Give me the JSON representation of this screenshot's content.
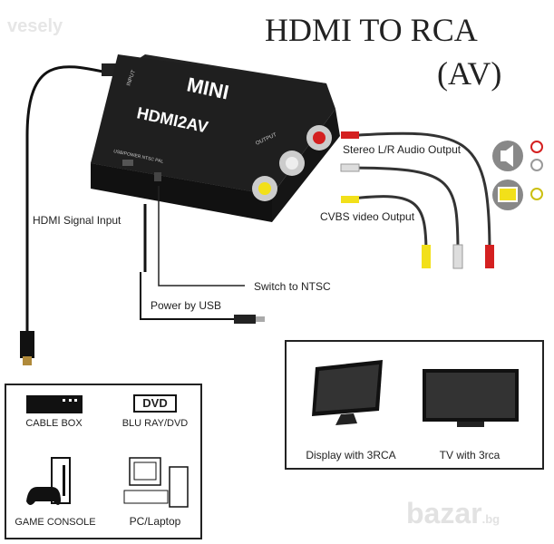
{
  "watermark_top": "vesely",
  "title": {
    "line1": "HDMI TO RCA",
    "line2": "(AV)"
  },
  "device": {
    "brand": "MINI",
    "model": "HDMI2AV",
    "input_label": "INPUT",
    "output_label": "OUTPUT",
    "side_label": "USB/POWER NTSC PAL"
  },
  "callouts": {
    "hdmi_input": "HDMI Signal Input",
    "audio_output": "Stereo L/R Audio Output",
    "video_output": "CVBS video Output",
    "ntsc_switch": "Switch to NTSC",
    "usb_power": "Power by USB"
  },
  "sources": [
    {
      "icon": "cable-box-icon",
      "label": "CABLE BOX"
    },
    {
      "icon": "dvd-icon",
      "icon_text": "DVD",
      "label": "BLU RAY/DVD"
    },
    {
      "icon": "game-console-icon",
      "label": "GAME CONSOLE"
    },
    {
      "icon": "pc-icon",
      "label": "PC/Laptop"
    }
  ],
  "displays": [
    {
      "icon": "monitor-icon",
      "label": "Display with 3RCA"
    },
    {
      "icon": "tv-icon",
      "label": "TV with 3rca"
    }
  ],
  "watermark_bottom": "bazar",
  "watermark_bottom_suffix": ".bg",
  "colors": {
    "red_plug": "#d42020",
    "white_plug": "#e0e0e0",
    "yellow_plug": "#f2e01a",
    "device": "#1c1c1c"
  }
}
